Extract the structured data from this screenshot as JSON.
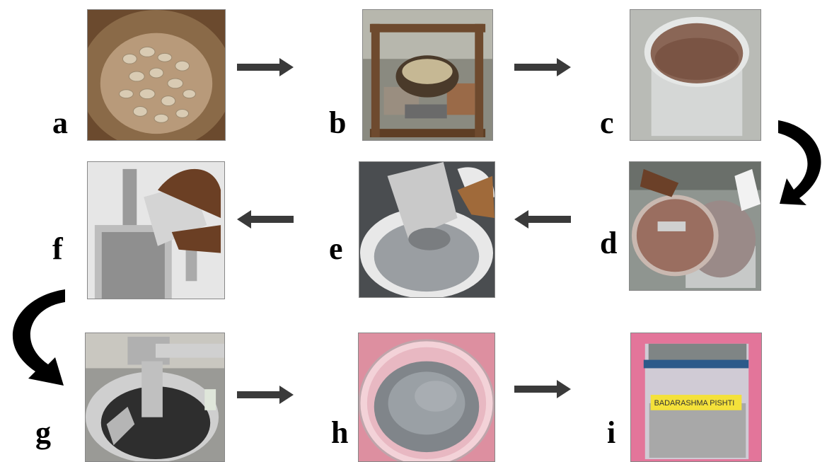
{
  "steps": [
    {
      "letter": "a"
    },
    {
      "letter": "b"
    },
    {
      "letter": "c"
    },
    {
      "letter": "d"
    },
    {
      "letter": "e"
    },
    {
      "letter": "f"
    },
    {
      "letter": "g"
    },
    {
      "letter": "h"
    },
    {
      "letter": "i"
    }
  ],
  "jar_label": "BADARASHMA PISHTI",
  "colors": {
    "arrow": "#3a3a3a",
    "curved_arrow": "#000000",
    "label": "#000000"
  }
}
